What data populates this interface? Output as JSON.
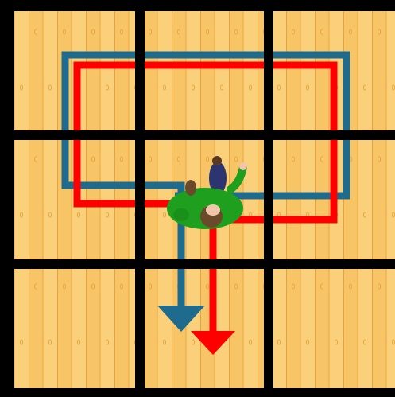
{
  "scene": {
    "title": "",
    "grid": {
      "rows": 3,
      "cols": 3
    },
    "colors": {
      "background": "#000000",
      "wood_light": "#fbd07a",
      "wood_mid": "#f4b24f",
      "wood_line": "#e0962e",
      "path_blue": "#1f6b8e",
      "path_red": "#ff0000",
      "character_body": "#1ea01e",
      "character_hair": "#6b4a2b",
      "character_skin": "#f2c6a8",
      "small_figure": "#2c3570"
    },
    "paths": [
      {
        "name": "blue-route",
        "color_key": "path_blue"
      },
      {
        "name": "red-route",
        "color_key": "path_red"
      }
    ],
    "icons": [
      "down-arrow-icon",
      "down-arrow-icon"
    ]
  }
}
